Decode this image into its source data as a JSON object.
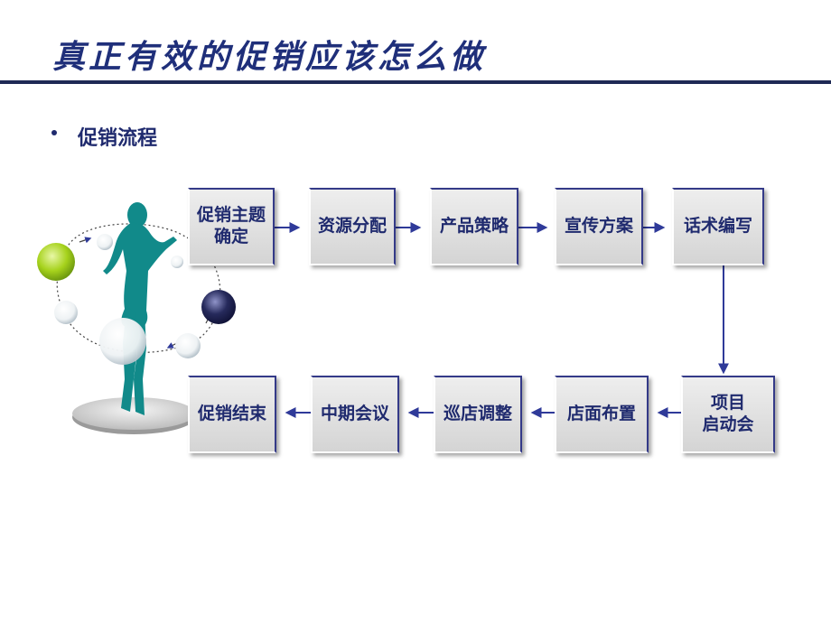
{
  "slide": {
    "title": "真正有效的促销应该怎么做",
    "bullet": "促销流程"
  },
  "colors": {
    "accent": "#1f2a6e",
    "box_fill": "#e2e2e2",
    "arrow": "#2f3a99",
    "ball_green": "#a6d21c",
    "ball_navy": "#262a5c",
    "figure": "#118a8a"
  },
  "flow": {
    "row1": [
      "促销主题\n确定",
      "资源分配",
      "产品策略",
      "宣传方案",
      "话术编写"
    ],
    "side": "项目\n启动会",
    "row2": [
      "店面布置",
      "巡店调整",
      "中期会议",
      "促销结束"
    ]
  }
}
